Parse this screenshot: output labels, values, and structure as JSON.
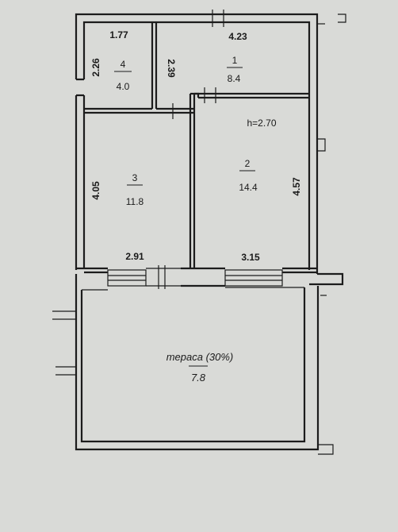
{
  "plan": {
    "ceiling_height": "h=2.70",
    "rooms": [
      {
        "id": "4",
        "area": "4.0",
        "width": "1.77",
        "depth": "2.26"
      },
      {
        "id": "1",
        "area": "8.4",
        "width": "4.23",
        "depth": "2.39"
      },
      {
        "id": "3",
        "area": "11.8",
        "width": "2.91",
        "depth": "4.05"
      },
      {
        "id": "2",
        "area": "14.4",
        "width": "3.15",
        "depth": "4.57"
      }
    ],
    "terrace": {
      "label": "тераса (30%)",
      "area": "7.8"
    }
  },
  "colors": {
    "background": "#d9dad7",
    "ink": "#1c1c1c"
  }
}
